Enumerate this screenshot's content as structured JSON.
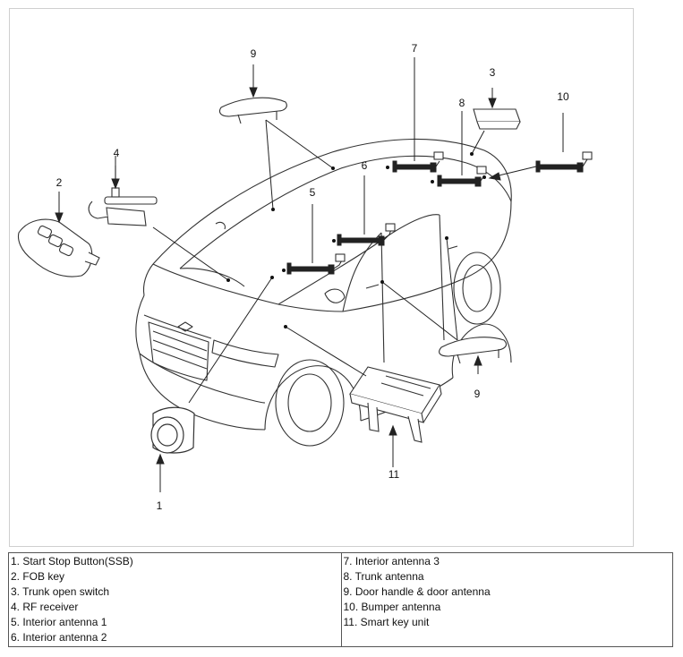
{
  "diagram": {
    "callouts": [
      "1",
      "2",
      "3",
      "4",
      "5",
      "6",
      "7",
      "8",
      "9",
      "9",
      "10",
      "11"
    ]
  },
  "legend": {
    "left": [
      "1. Start Stop Button(SSB)",
      "2. FOB key",
      "3. Trunk open switch",
      "4. RF receiver",
      "5. Interior antenna 1",
      "6. Interior antenna 2"
    ],
    "right": [
      "7. Interior antenna 3",
      "8. Trunk antenna",
      "9. Door handle & door antenna",
      "10. Bumper antenna",
      "11. Smart key unit"
    ]
  }
}
